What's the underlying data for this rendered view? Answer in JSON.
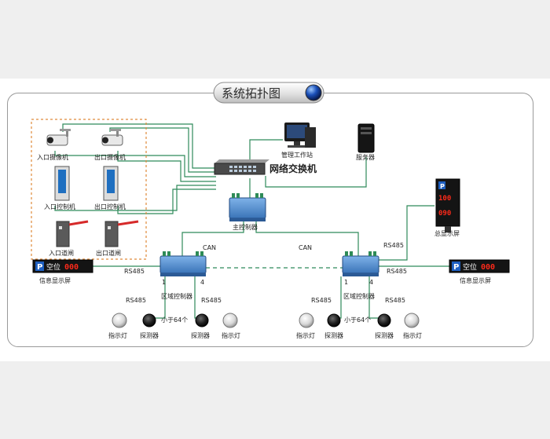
{
  "title": "系统拓扑图",
  "entrance": {
    "camera_in": "入口摄像机",
    "camera_out": "出口摄像机",
    "ctrl_in": "入口控制机",
    "ctrl_out": "出口控制机",
    "gate_in": "入口道闸",
    "gate_out": "出口道闸"
  },
  "network": {
    "switch": "网络交换机",
    "workstation": "管理工作站",
    "server": "服务器",
    "main_controller": "主控制器"
  },
  "links": {
    "can1": "CAN",
    "can2": "CAN",
    "rs485_top_right": "RS485",
    "rs485_left": "RS485",
    "rs485_right": "RS485",
    "rs485_a": "RS485",
    "rs485_b": "RS485",
    "rs485_c": "RS485",
    "rs485_d": "RS485"
  },
  "zone": {
    "zone_ctrl_left": "区域控制器",
    "zone_ctrl_right": "区域控制器",
    "less_than_left": "小于64个",
    "less_than_right": "小于64个",
    "port_left_1": "1",
    "port_left_4": "4",
    "port_right_1": "1",
    "port_right_4": "4",
    "lamp": "指示灯",
    "detector": "探测器"
  },
  "displays": {
    "info_left_label": "信息显示屏",
    "info_right_label": "信息显示屏",
    "p_icon": "P",
    "vacancy": "空位",
    "digits_left": "000",
    "digits_right": "000",
    "total_label": "总显示屏",
    "total_digits_1": "100",
    "total_digits_2": "090"
  },
  "colors": {
    "wire": "#2f8a5a",
    "dashed_box": "#e08a3a",
    "led_red": "#ff2a1a"
  }
}
